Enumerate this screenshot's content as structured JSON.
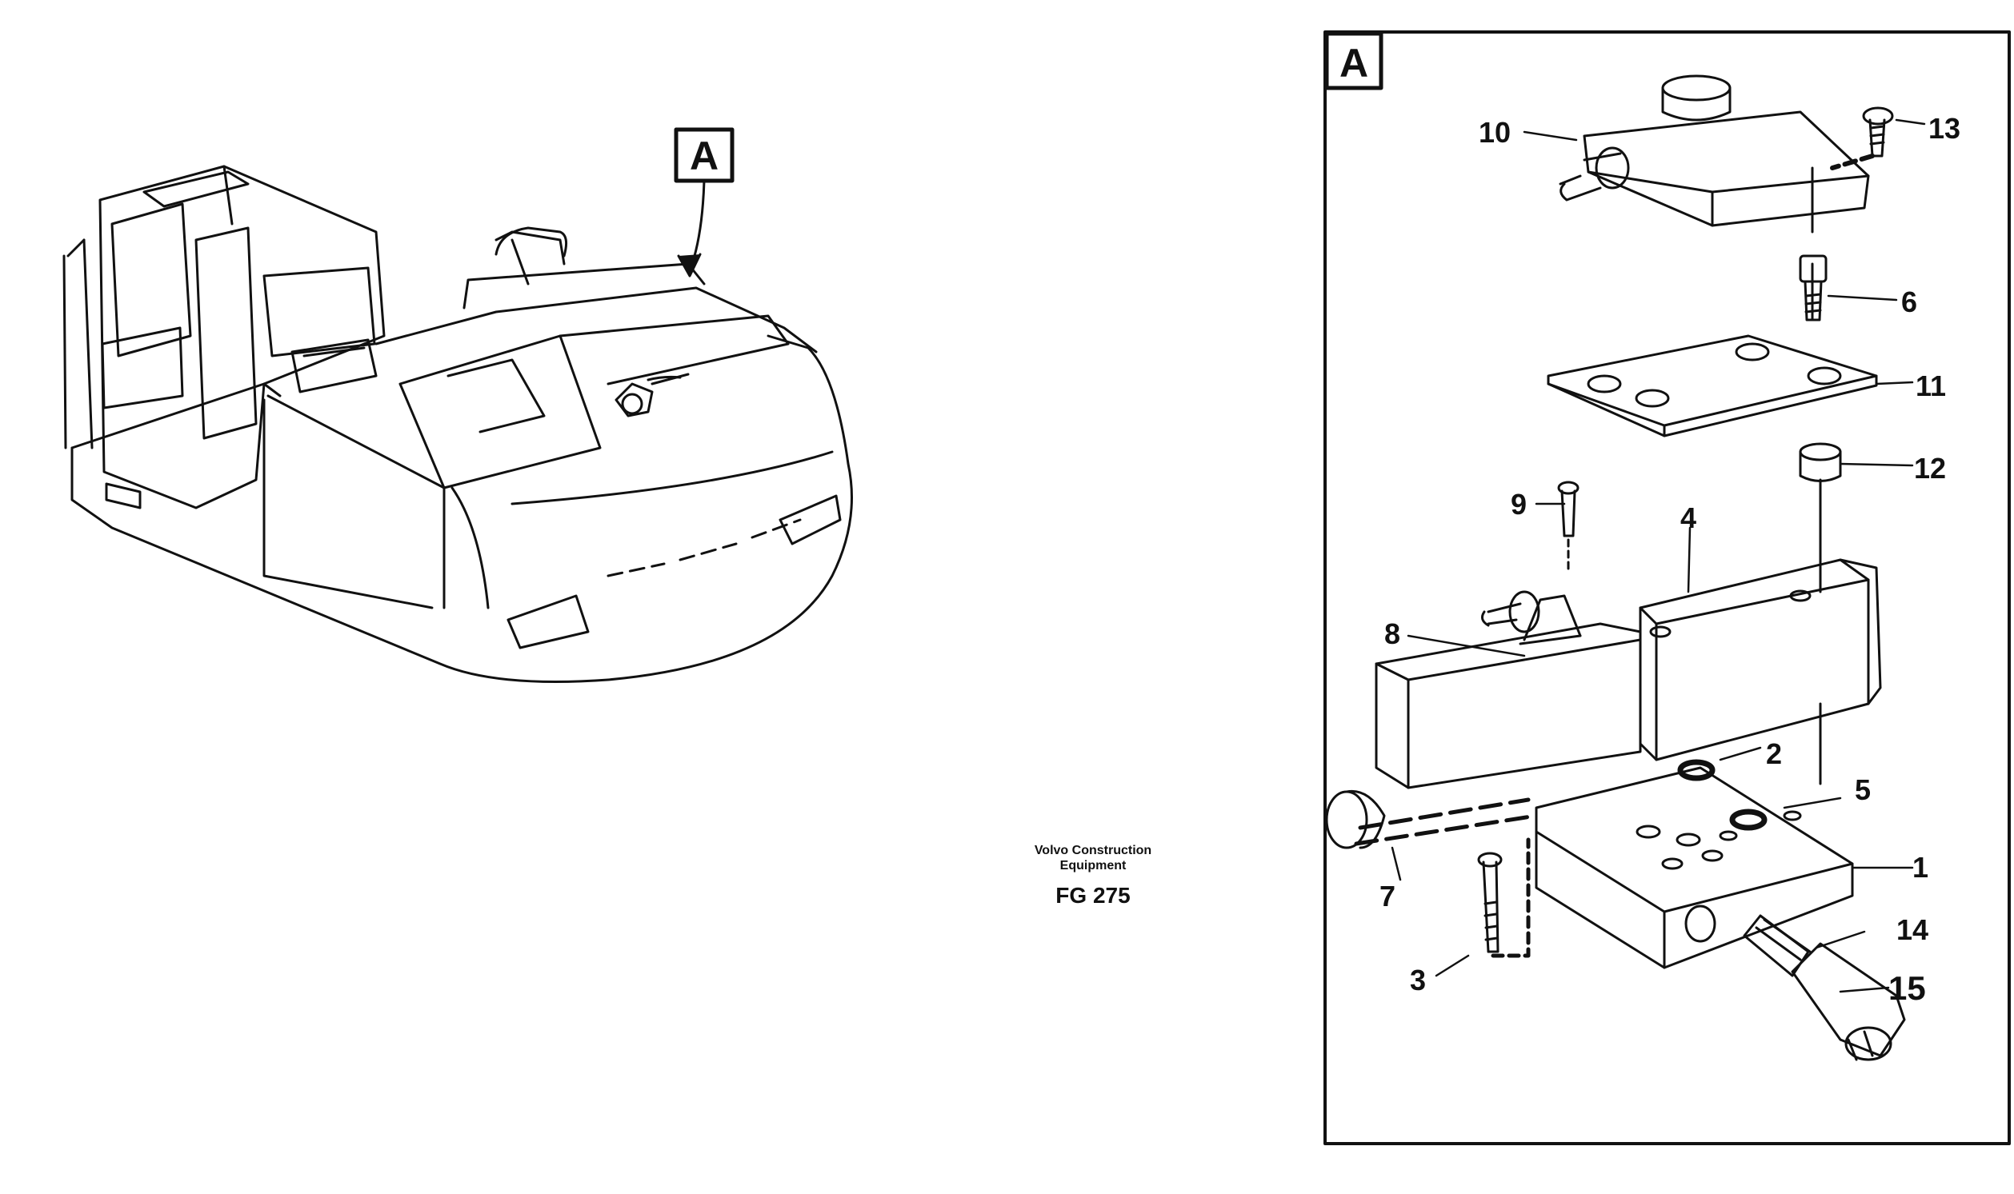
{
  "overview": {
    "view_label": "A"
  },
  "detail": {
    "view_label": "A",
    "callouts": [
      "1",
      "2",
      "3",
      "4",
      "5",
      "6",
      "7",
      "8",
      "9",
      "10",
      "11",
      "12",
      "13",
      "14",
      "15"
    ]
  },
  "caption": {
    "company_line1": "Volvo Construction",
    "company_line2": "Equipment",
    "figure_code": "FG 275"
  }
}
